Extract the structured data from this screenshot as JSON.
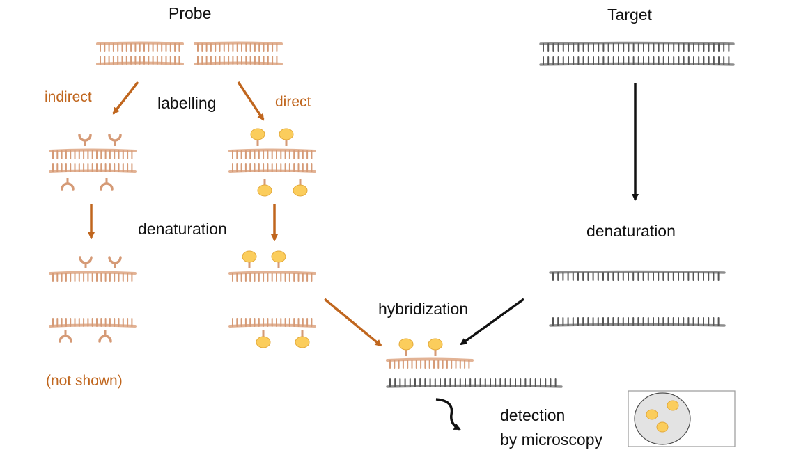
{
  "labels": {
    "probe": "Probe",
    "target": "Target",
    "labelling": "labelling",
    "indirect": "indirect",
    "direct": "direct",
    "denaturation_probe": "denaturation",
    "denaturation_target": "denaturation",
    "hybridization": "hybridization",
    "not_shown": "(not shown)",
    "detection_line1": "detection",
    "detection_line2": "by microscopy"
  },
  "colors": {
    "probe_strand": "#e2b294",
    "probe_tick": "#d59a76",
    "target_strand": "#8e8e8e",
    "target_tick": "#555555",
    "fluorophore": "#fbcd5c",
    "fluorophore_edge": "#e3a93a",
    "arrow_orange": "#c0661e",
    "arrow_black": "#111111",
    "text_orange": "#c0661e",
    "cell": "#e3e3e3"
  },
  "icons": [
    "y-shaped-antibody-label",
    "fluorophore-dot",
    "microscope-view-cell"
  ]
}
